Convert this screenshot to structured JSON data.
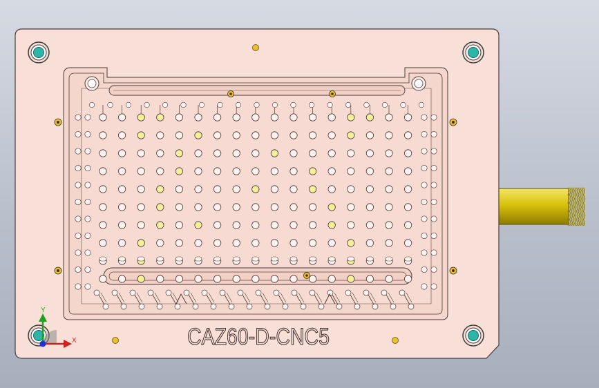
{
  "viewport": {
    "part_label": "CAZ60-D-CNC5",
    "triad": {
      "x_label": "X",
      "y_label": "Y"
    }
  },
  "model": {
    "body_color": "#f8e0d8",
    "edge_color": "#4a3a38",
    "shaft_color": "#d9c20a",
    "pin_color": "#e8c030",
    "bushing_color": "#2fb5a8",
    "hole_columns": 17,
    "hole_rows": 10
  },
  "icons": {
    "triad": "coordinate-triad-icon",
    "view": "isometric-view"
  }
}
